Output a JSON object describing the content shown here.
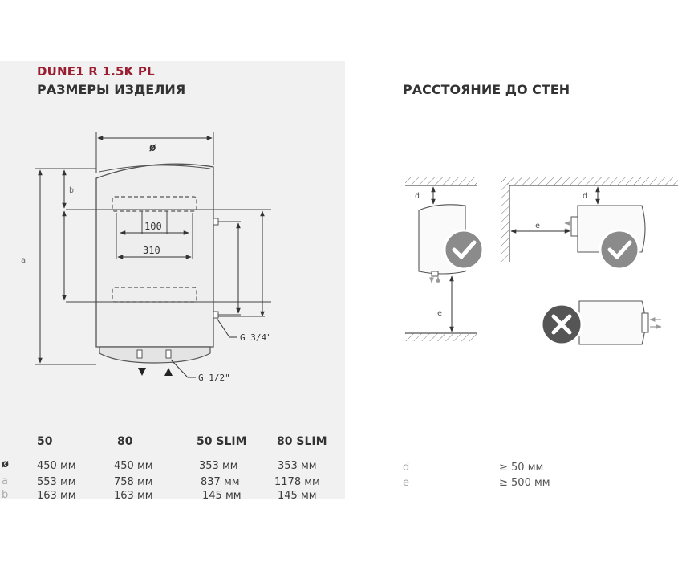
{
  "header": {
    "model": "DUNE1 R 1.5K PL",
    "dimensions_title": "РАЗМЕРЫ ИЗДЕЛИЯ",
    "clearance_title": "РАССТОЯНИЕ ДО СТЕН"
  },
  "drawing": {
    "diameter_symbol": "ø",
    "label_a": "a",
    "label_b": "b",
    "dim_100": "100",
    "dim_310": "310",
    "thread_top": "G 3/4\"",
    "thread_bottom": "G 1/2\""
  },
  "clearance_diagram": {
    "label_d": "d",
    "label_e": "e"
  },
  "dimensions_table": {
    "columns": [
      "50",
      "80",
      "50 SLIM",
      "80 SLIM"
    ],
    "rows": [
      {
        "label": "ø",
        "values": [
          "450 мм",
          "450 мм",
          "353 мм",
          "353 мм"
        ]
      },
      {
        "label": "a",
        "values": [
          "553 мм",
          "758 мм",
          "837 мм",
          "1178 мм"
        ]
      },
      {
        "label": "b",
        "values": [
          "163 мм",
          "163 мм",
          "145 мм",
          "145 мм"
        ]
      }
    ]
  },
  "clearance_table": {
    "rows": [
      {
        "label": "d",
        "value": "≥ 50 мм"
      },
      {
        "label": "e",
        "value": "≥ 500 мм"
      }
    ]
  }
}
